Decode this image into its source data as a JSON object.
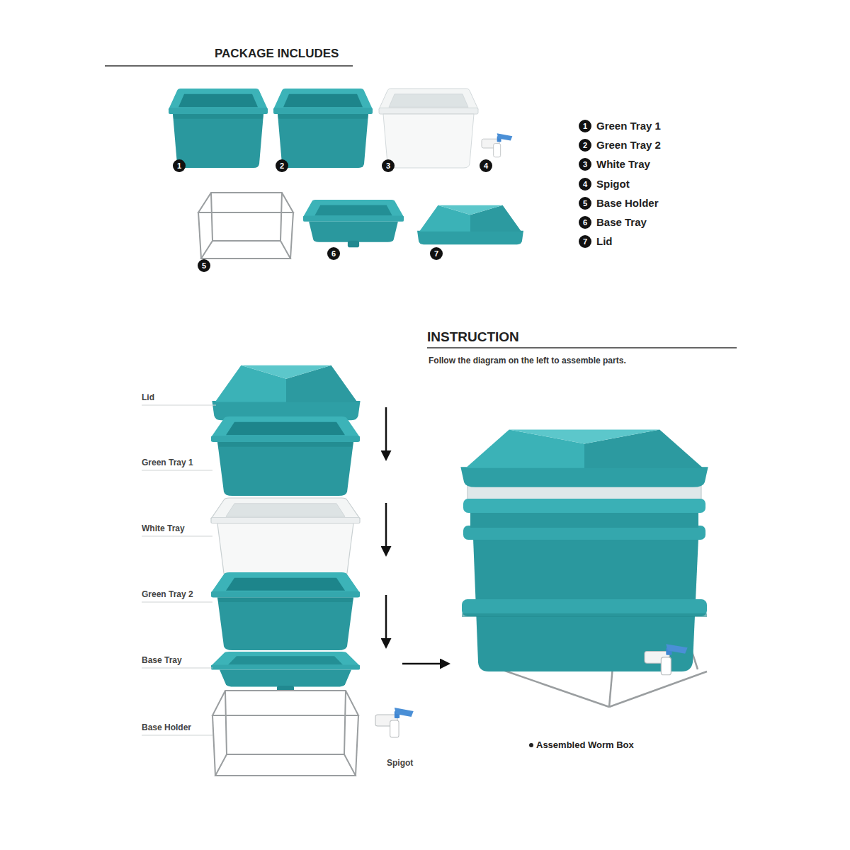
{
  "diagram": {
    "labels": [
      "PACKAGE INCLUDES",
      "1",
      "2",
      "3",
      "4",
      "5",
      "6",
      "7",
      "1",
      "Green Tray 1",
      "2",
      "Green Tray 2",
      "3",
      "White Tray",
      "4",
      "Spigot",
      "5",
      "Base Holder",
      "6",
      "Base Tray",
      "7",
      "Lid",
      "INSTRUCTION",
      "Follow the diagram on the left to assemble parts.",
      "Lid",
      "Green Tray 1",
      "White Tray",
      "Green Tray 2",
      "Base Tray",
      "Base Holder",
      "Spigot",
      "Assembled Worm Box"
    ]
  }
}
